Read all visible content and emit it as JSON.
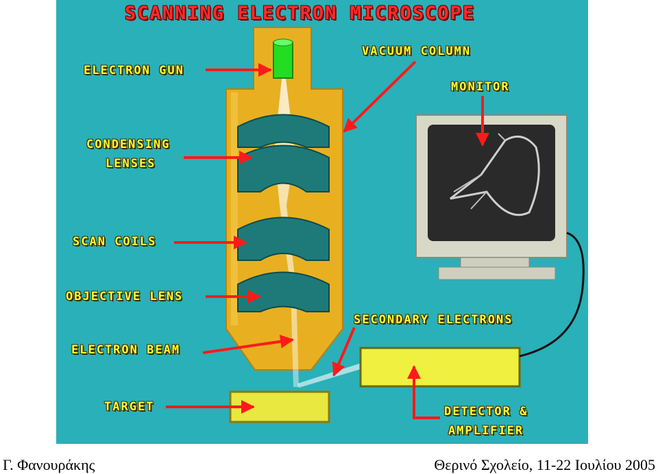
{
  "title": "SCANNING ELECTRON MICROSCOPE",
  "labels": {
    "electron_gun": "ELECTRON GUN",
    "vacuum_column": "VACUUM COLUMN",
    "monitor": "MONITOR",
    "condensing_1": "CONDENSING",
    "condensing_2": "LENSES",
    "scan_coils": "SCAN COILS",
    "objective_lens": "OBJECTIVE LENS",
    "secondary_electrons": "SECONDARY ELECTRONS",
    "electron_beam": "ELECTRON BEAM",
    "target": "TARGET",
    "detector_1": "DETECTOR &",
    "detector_2": "AMPLIFIER"
  },
  "footer": {
    "left": "Γ. Φανουράκης",
    "right": "Θερινό Σχολείο, 11-22 Ιουλίου 2005"
  },
  "colors": {
    "background": "#2ab0b8",
    "column": "#e8b020",
    "lens": "#1e7a78",
    "label": "#ffff30",
    "arrow": "#ff1a1a",
    "gun": "#22dd22"
  }
}
